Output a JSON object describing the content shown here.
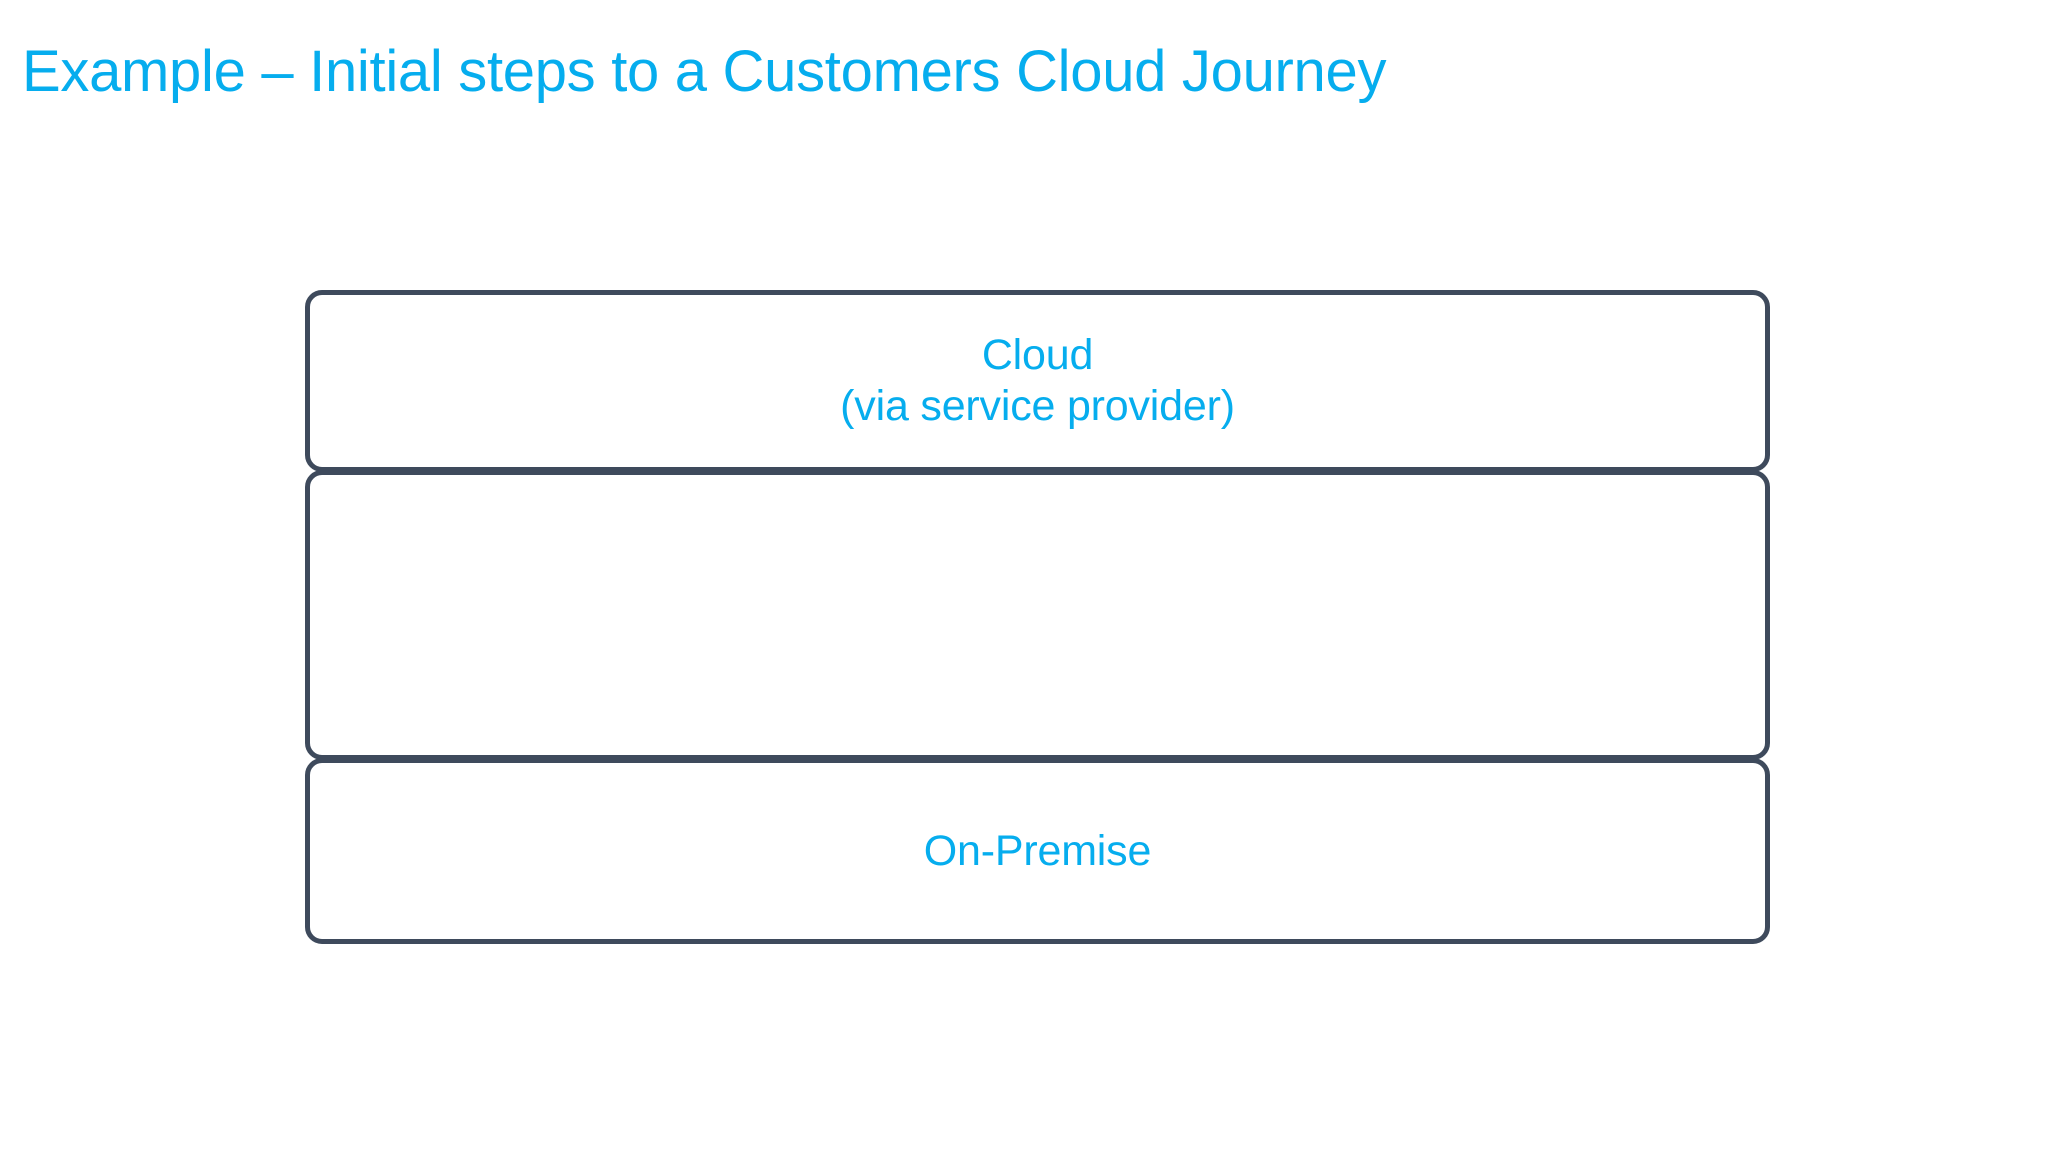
{
  "slide": {
    "title": "Example – Initial steps to a Customers Cloud Journey",
    "background_color": "#FFFFFF",
    "accent_color": "#06ADEE",
    "border_color": "#3E4A5C"
  },
  "diagram": {
    "name": "cloud-journey-layer-stack",
    "layers": [
      {
        "id": "cloud",
        "label": "Cloud\n(via service provider)",
        "line1": "Cloud",
        "line2": "(via service provider)"
      },
      {
        "id": "middle",
        "label": ""
      },
      {
        "id": "on-premise",
        "label": "On-Premise"
      }
    ]
  }
}
